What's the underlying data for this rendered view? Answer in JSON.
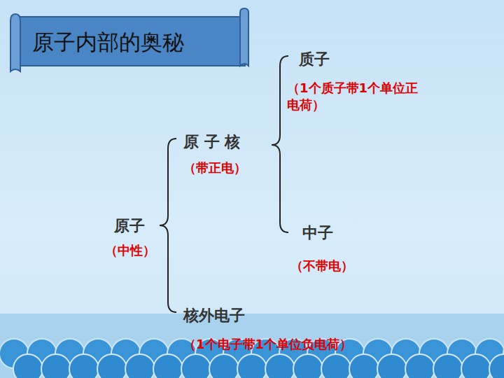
{
  "diagram": {
    "title": "原子内部的奥秘",
    "labels": [
      "质子",
      "（1个质子带1个单位正电荷）",
      "原 子 核",
      "（带正电）",
      "原子",
      "（中性）",
      "中子",
      "（不带电）",
      "核外电子",
      "（1个电子带1个单位负电荷）"
    ]
  }
}
